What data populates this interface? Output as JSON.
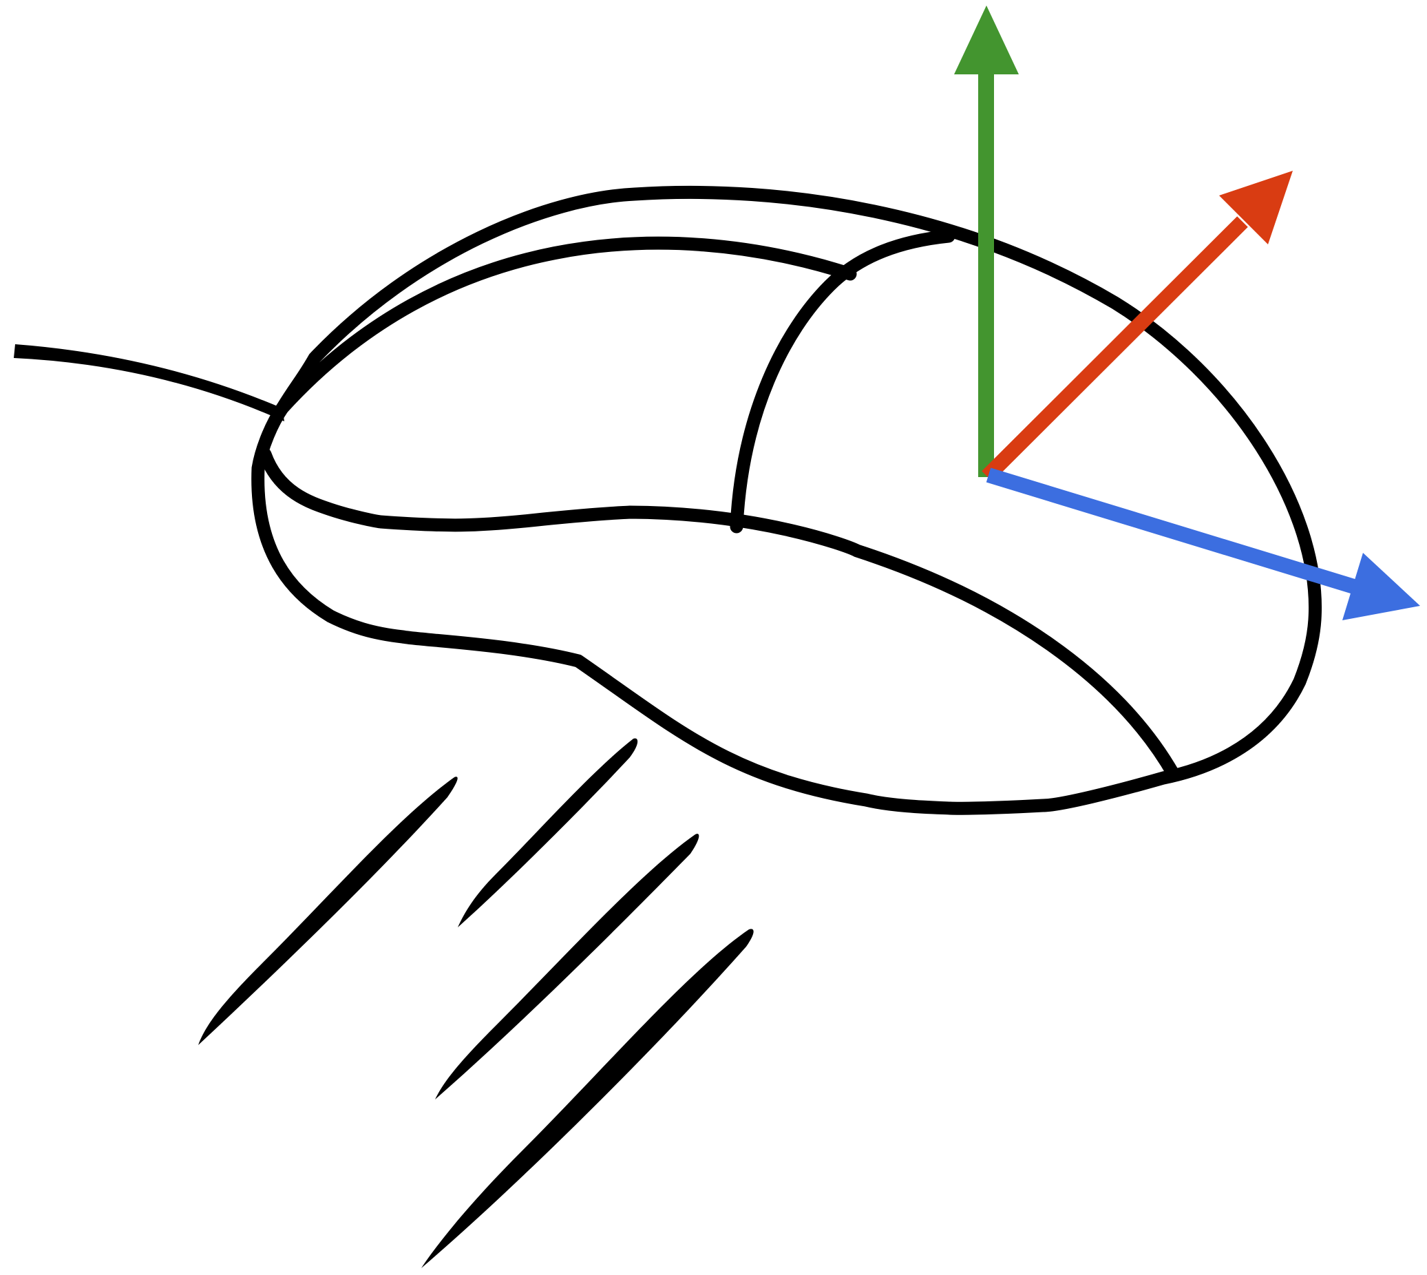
{
  "figure": {
    "subject": "computer-mouse",
    "background": "#ffffff",
    "line_color": "#000000"
  },
  "axes": [
    {
      "id": "y",
      "color": "#43952f",
      "direction": "up"
    },
    {
      "id": "z",
      "color": "#d93c12",
      "direction": "up-right"
    },
    {
      "id": "x",
      "color": "#3c6ee0",
      "direction": "right-down"
    }
  ],
  "icons": [
    "mouse-cable-icon",
    "mouse-body-icon",
    "motion-streak-icon"
  ]
}
